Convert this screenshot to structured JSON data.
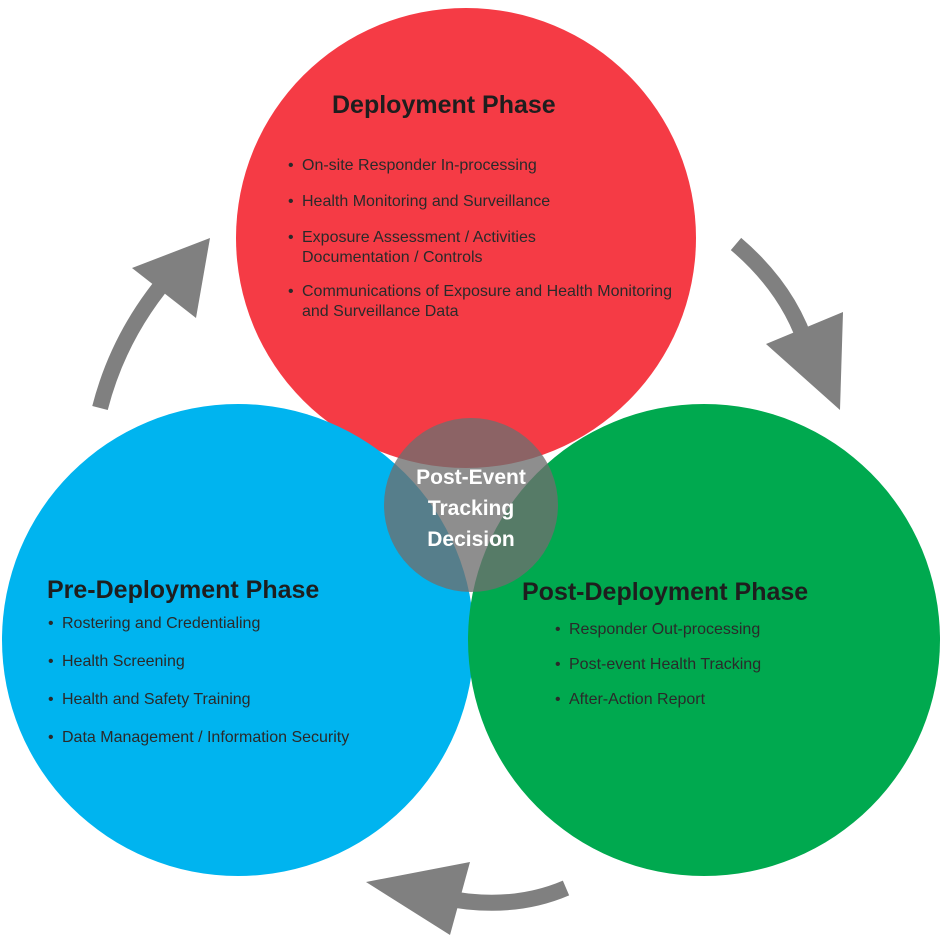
{
  "colors": {
    "deployment": "#f53b45",
    "pre_deployment": "#00b4ef",
    "post_deployment": "#00a94f",
    "center": "#6e6e6e",
    "arrow": "#808080"
  },
  "center": {
    "line1": "Post-Event",
    "line2": "Tracking",
    "line3": "Decision"
  },
  "deployment": {
    "title": "Deployment Phase",
    "items": [
      "On-site Responder In-processing",
      "Health Monitoring and Surveillance",
      "Exposure Assessment / Activities Documentation / Controls",
      "Communications of Exposure and Health Monitoring and Surveillance Data"
    ]
  },
  "pre_deployment": {
    "title": "Pre-Deployment Phase",
    "items": [
      "Rostering and Credentialing",
      "Health Screening",
      "Health and Safety Training",
      "Data Management / Information Security"
    ]
  },
  "post_deployment": {
    "title": "Post-Deployment Phase",
    "items": [
      "Responder Out-processing",
      "Post-event Health Tracking",
      "After-Action Report"
    ]
  },
  "arrows": [
    "arrow-icon",
    "arrow-icon",
    "arrow-icon"
  ]
}
